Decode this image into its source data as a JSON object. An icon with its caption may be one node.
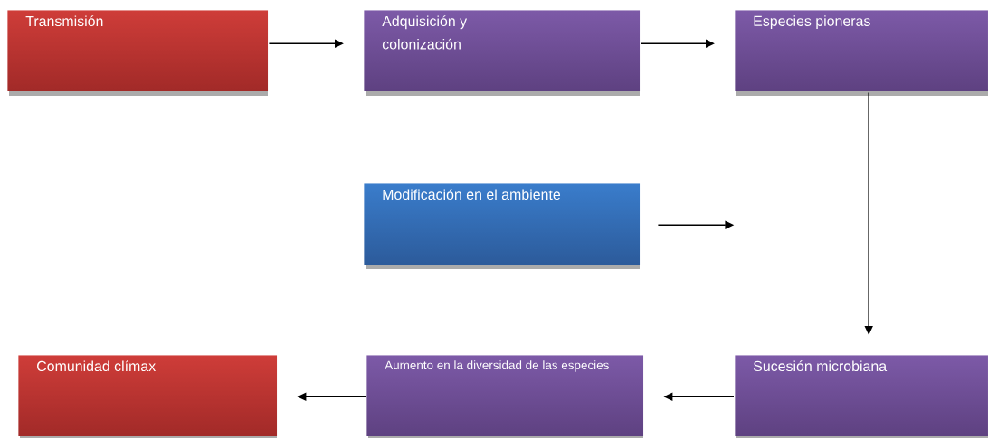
{
  "diagram": {
    "nodes": [
      {
        "text": [
          "Transmisión"
        ]
      },
      {
        "text": [
          "Adquisición y colonización"
        ]
      },
      {
        "text": [
          "Especies pioneras"
        ]
      },
      {
        "text": [
          "Modificación en el ambiente"
        ]
      },
      {
        "text": [
          "Comunidad clímax"
        ]
      },
      {
        "text": [
          "Aumento en la diversidad de las especies"
        ]
      },
      {
        "text": [
          "Sucesión microbiana"
        ]
      }
    ],
    "edges": [
      {
        "from": 0,
        "to": 1,
        "arrow": "to"
      },
      {
        "from": 1,
        "to": 2,
        "arrow": "to"
      },
      {
        "from": 2,
        "to": 6,
        "arrow": "to"
      },
      {
        "from": 3,
        "to": null,
        "arrow": "to"
      },
      {
        "from": 6,
        "to": 5,
        "arrow": "to"
      },
      {
        "from": 5,
        "to": 4,
        "arrow": "to"
      }
    ]
  }
}
